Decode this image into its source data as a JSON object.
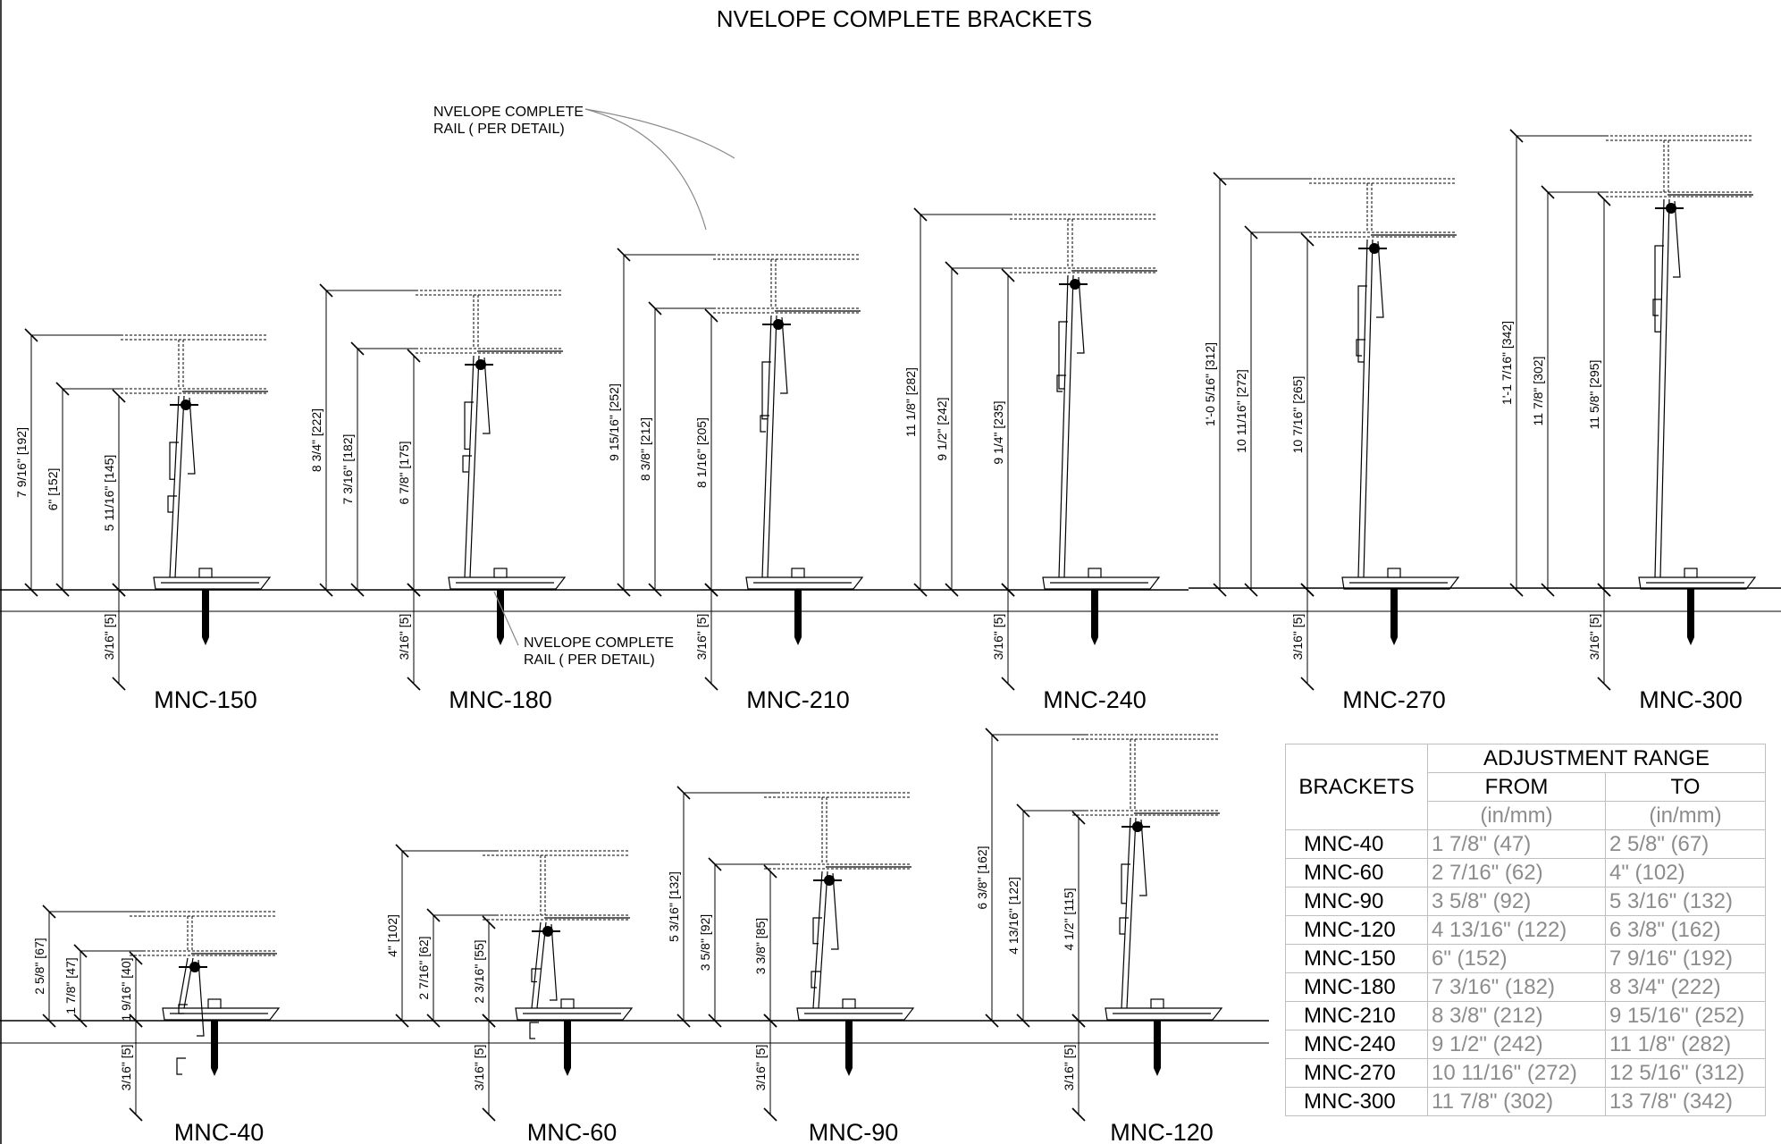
{
  "title": "NVELOPE COMPLETE BRACKETS",
  "rail_note_line1": "NVELOPE COMPLETE",
  "rail_note_line2": "RAIL ( PER DETAIL)",
  "clearance": "3/16\" [5]",
  "brackets_top": [
    {
      "label": "MNC-150",
      "total": "7 9/16\" [192]",
      "mid": "6\" [152]",
      "low": "5 11/16\" [145]",
      "tall": 3.0,
      "low_off": 0.0
    },
    {
      "label": "MNC-180",
      "total": "8 3/4\" [222]",
      "mid": "7 3/16\" [182]",
      "low": "6 7/8\" [175]",
      "tall": 3.3,
      "low_off": 0.0
    },
    {
      "label": "MNC-210",
      "total": "9 15/16\" [252]",
      "mid": "8 3/8\" [212]",
      "low": "8 1/16\" [205]",
      "tall": 3.6,
      "low_off": 0.0
    },
    {
      "label": "MNC-240",
      "total": "11 1/8\" [282]",
      "mid": "9 1/2\" [242]",
      "low": "9 1/4\" [235]",
      "tall": 4.0,
      "low_off": 0.0
    },
    {
      "label": "MNC-270",
      "total": "1'-0 5/16\" [312]",
      "mid": "10 11/16\" [272]",
      "low": "10 7/16\" [265]",
      "tall": 4.3,
      "low_off": 0.0
    },
    {
      "label": "MNC-300",
      "total": "1'-1 7/16\" [342]",
      "mid": "11 7/8\" [302]",
      "low": "11 5/8\" [295]",
      "tall": 4.6,
      "low_off": 0.0
    }
  ],
  "brackets_bottom": [
    {
      "label": "MNC-40",
      "total": "2 5/8\" [67]",
      "mid": "1 7/8\" [47]",
      "low": "1 9/16\" [40]"
    },
    {
      "label": "MNC-60",
      "total": "4\" [102]",
      "mid": "2 7/16\" [62]",
      "low": "2 3/16\" [55]"
    },
    {
      "label": "MNC-90",
      "total": "5 3/16\" [132]",
      "mid": "3 5/8\" [92]",
      "low": "3 3/8\" [85]"
    },
    {
      "label": "MNC-120",
      "total": "6 3/8\" [162]",
      "mid": "4 13/16\" [122]",
      "low": "4 1/2\" [115]"
    }
  ],
  "table": {
    "col_brackets": "BRACKETS",
    "col_range": "ADJUSTMENT RANGE",
    "col_from": "FROM",
    "col_to": "TO",
    "units": "(in/mm)",
    "rows": [
      {
        "b": "MNC-40",
        "from": "1 7/8\" (47)",
        "to": "2 5/8\" (67)"
      },
      {
        "b": "MNC-60",
        "from": "2 7/16\" (62)",
        "to": "4\" (102)"
      },
      {
        "b": "MNC-90",
        "from": "3 5/8\" (92)",
        "to": "5 3/16\" (132)"
      },
      {
        "b": "MNC-120",
        "from": "4 13/16\" (122)",
        "to": "6 3/8\" (162)"
      },
      {
        "b": "MNC-150",
        "from": "6\" (152)",
        "to": "7 9/16\" (192)"
      },
      {
        "b": "MNC-180",
        "from": "7 3/16\" (182)",
        "to": "8 3/4\" (222)"
      },
      {
        "b": "MNC-210",
        "from": "8 3/8\" (212)",
        "to": "9 15/16\" (252)"
      },
      {
        "b": "MNC-240",
        "from": "9 1/2\" (242)",
        "to": "11 1/8\" (282)"
      },
      {
        "b": "MNC-270",
        "from": "10 11/16\" (272)",
        "to": "12 5/16\" (312)"
      },
      {
        "b": "MNC-300",
        "from": "11 7/8\" (302)",
        "to": "13 7/8\" (342)"
      }
    ]
  }
}
